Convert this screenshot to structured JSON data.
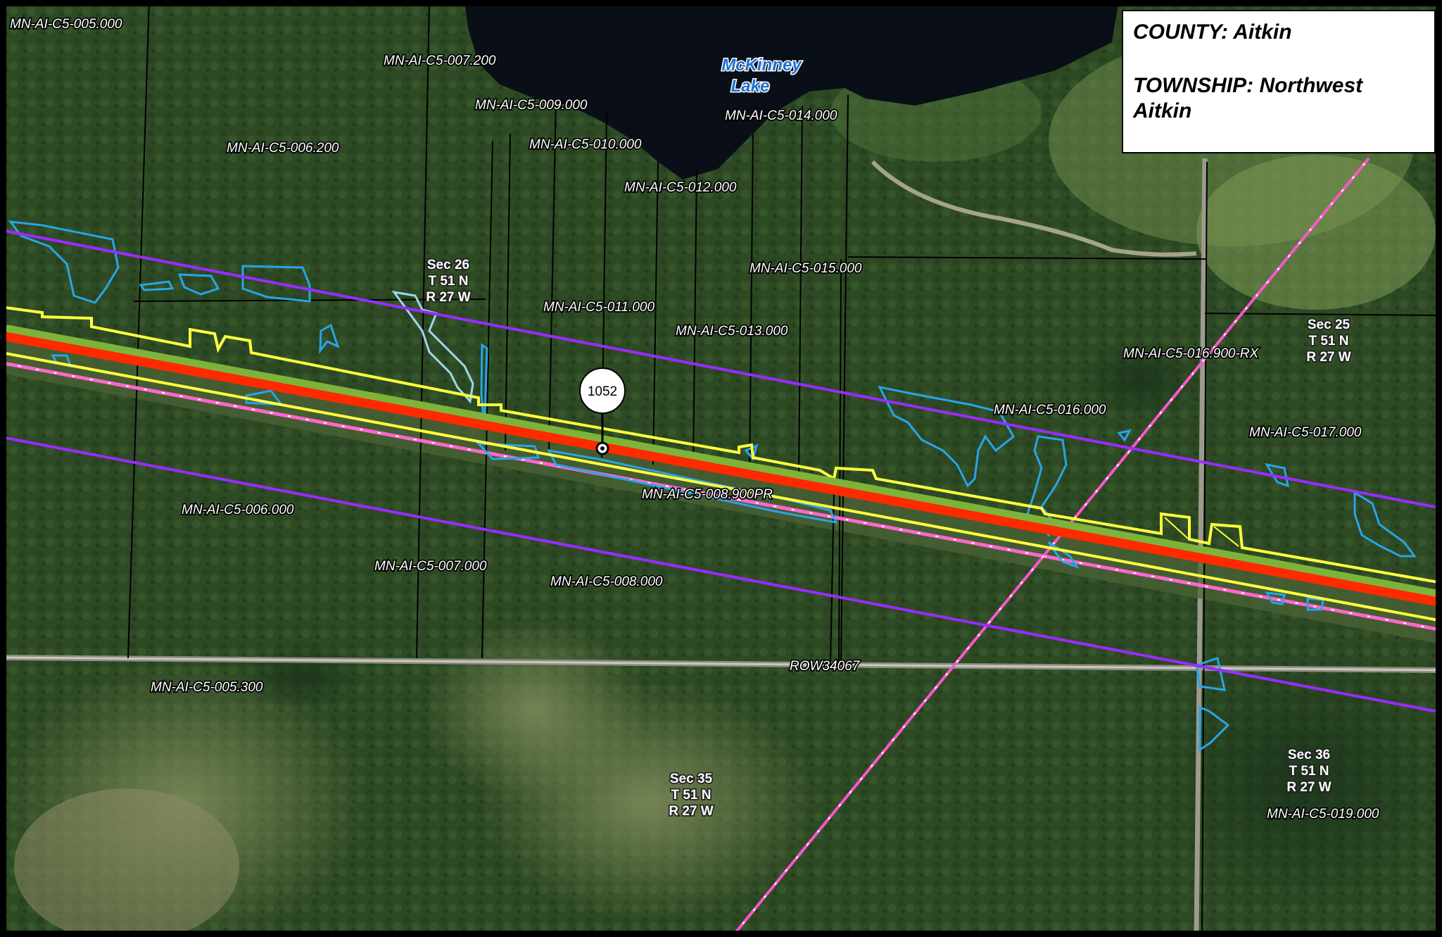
{
  "info": {
    "county": "COUNTY: Aitkin",
    "township_line1": "TOWNSHIP: Northwest",
    "township_line2": "Aitkin"
  },
  "lake": {
    "line1": "McKinney",
    "line2": "Lake"
  },
  "marker": {
    "label": "1052"
  },
  "parcels": [
    "MN-AI-C5-005.000",
    "MN-AI-C5-007.200",
    "MN-AI-C5-009.000",
    "MN-AI-C5-014.000",
    "MN-AI-C5-006.200",
    "MN-AI-C5-010.000",
    "MN-AI-C5-012.000",
    "MN-AI-C5-015.000",
    "MN-AI-C5-011.000",
    "MN-AI-C5-013.000",
    "MN-AI-C5-016.900-RX",
    "MN-AI-C5-016.000",
    "MN-AI-C5-017.000",
    "MN-AI-C5-008.900PR",
    "MN-AI-C5-006.000",
    "MN-AI-C5-007.000",
    "MN-AI-C5-008.000",
    "ROW34067",
    "MN-AI-C5-005.300",
    "MN-AI-C5-019.000"
  ],
  "sections": [
    {
      "sec": "Sec 26",
      "twp": "T 51 N",
      "rng": "R 27 W"
    },
    {
      "sec": "Sec 25",
      "twp": "T 51 N",
      "rng": "R 27 W"
    },
    {
      "sec": "Sec 35",
      "twp": "T 51 N",
      "rng": "R 27 W"
    },
    {
      "sec": "Sec 36",
      "twp": "T 51 N",
      "rng": "R 27 W"
    }
  ],
  "colors": {
    "forest": "#2e4a24",
    "lake": "#0a0f17",
    "pipeline": "#ff2a00",
    "buffer": "#ffff40",
    "corridor": "#9a2bff",
    "wetland": "#27a5e8",
    "rail": "#ff66cc"
  }
}
